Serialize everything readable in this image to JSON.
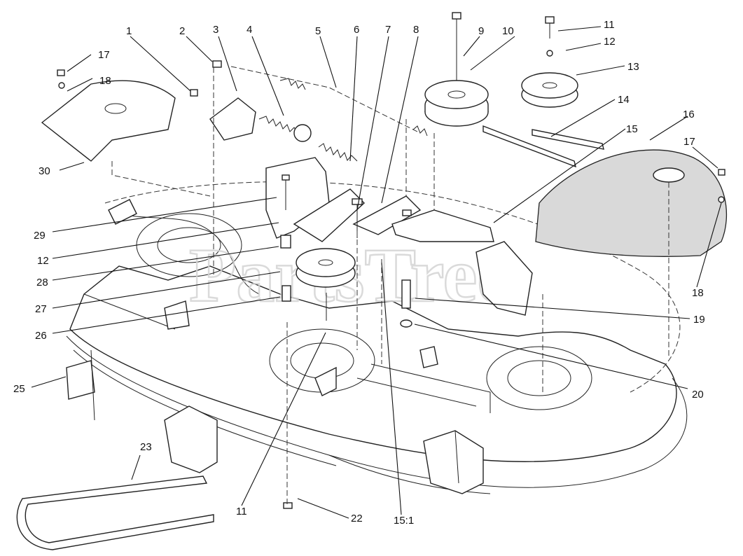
{
  "watermark": "PartsTree",
  "callouts": [
    "1",
    "2",
    "3",
    "4",
    "5",
    "6",
    "7",
    "8",
    "9",
    "10",
    "11",
    "12",
    "13",
    "14",
    "15",
    "16",
    "17",
    "18",
    "29",
    "12",
    "28",
    "27",
    "26",
    "25",
    "23",
    "11",
    "22",
    "15:1",
    "19",
    "20",
    "18",
    "17",
    "30"
  ],
  "icons": [
    "mower-deck-assembly-drawing"
  ]
}
